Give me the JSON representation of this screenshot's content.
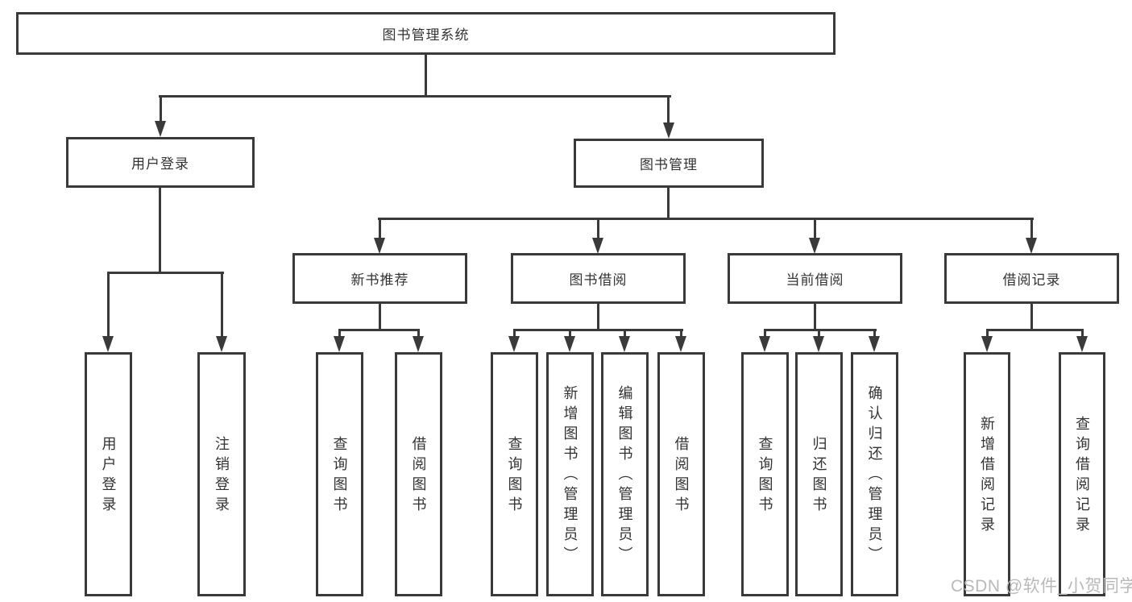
{
  "diagram": {
    "root": {
      "label": "图书管理系统"
    },
    "branches": [
      {
        "label": "用户登录",
        "children": [
          {
            "label": "用户登录"
          },
          {
            "label": "注销登录"
          }
        ]
      },
      {
        "label": "图书管理",
        "children": [
          {
            "label": "新书推荐",
            "children": [
              {
                "label": "查询图书"
              },
              {
                "label": "借阅图书"
              }
            ]
          },
          {
            "label": "图书借阅",
            "children": [
              {
                "label": "查询图书"
              },
              {
                "label": "新增图书（管理员）"
              },
              {
                "label": "编辑图书（管理员）"
              },
              {
                "label": "借阅图书"
              }
            ]
          },
          {
            "label": "当前借阅",
            "children": [
              {
                "label": "查询图书"
              },
              {
                "label": "归还图书"
              },
              {
                "label": "确认归还（管理员）"
              }
            ]
          },
          {
            "label": "借阅记录",
            "children": [
              {
                "label": "新增借阅记录"
              },
              {
                "label": "查询借阅记录"
              }
            ]
          }
        ]
      }
    ],
    "watermark": "CSDN @软件_小贺同学",
    "colors": {
      "line": "#3a3a3a",
      "box_border": "#3a3a3a",
      "text": "#333333",
      "watermark": "#b9b9b9",
      "background": "#ffffff"
    }
  }
}
